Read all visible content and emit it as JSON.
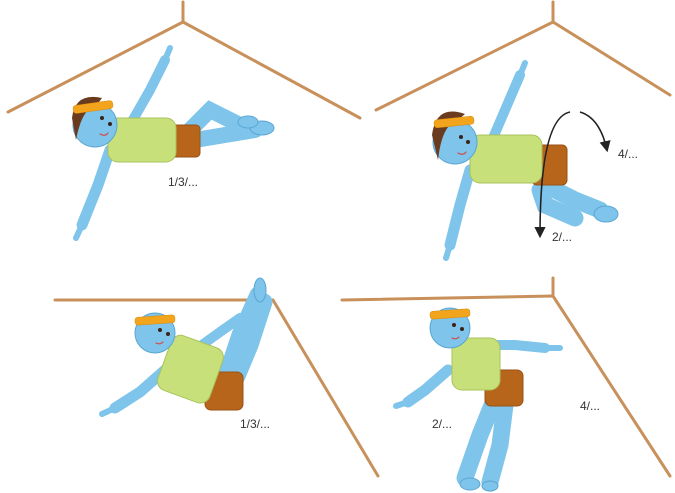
{
  "panels": [
    {
      "id": "top-left",
      "labels": [
        "1/3/..."
      ]
    },
    {
      "id": "top-right",
      "labels": [
        "4/...",
        "2/..."
      ]
    },
    {
      "id": "bottom-left",
      "labels": [
        "1/3/..."
      ]
    },
    {
      "id": "bottom-right",
      "labels": [
        "2/...",
        "4/..."
      ]
    }
  ],
  "colors": {
    "room_lines": "#c8905a",
    "skin": "#7fc4ea",
    "shirt": "#c8e07a",
    "shorts": "#b8651c",
    "headband": "#f2a51c",
    "hair": "#6a3b1f",
    "arrows": "#222222"
  }
}
